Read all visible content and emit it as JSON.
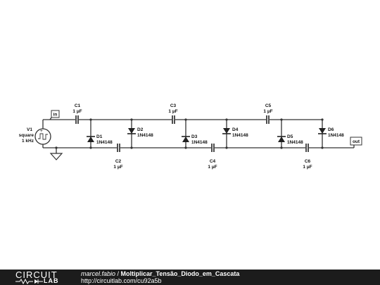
{
  "ports": {
    "in_label": "in",
    "out_label": "out"
  },
  "source": {
    "name": "V1",
    "type": "square",
    "freq": "1 kHz"
  },
  "components": [
    {
      "id": "C1",
      "value": "1 µF"
    },
    {
      "id": "D1",
      "value": "1N4148"
    },
    {
      "id": "C2",
      "value": "1 µF"
    },
    {
      "id": "D2",
      "value": "1N4148"
    },
    {
      "id": "C3",
      "value": "1 µF"
    },
    {
      "id": "D3",
      "value": "1N4148"
    },
    {
      "id": "C4",
      "value": "1 µF"
    },
    {
      "id": "D4",
      "value": "1N4148"
    },
    {
      "id": "C5",
      "value": "1 µF"
    },
    {
      "id": "D5",
      "value": "1N4148"
    },
    {
      "id": "C6",
      "value": "1 µF"
    },
    {
      "id": "D6",
      "value": "1N4148"
    }
  ],
  "footer": {
    "logo_circuit": "CIRCUIT",
    "logo_lab": "LAB",
    "author": "marcel.fabio",
    "separator": " / ",
    "title": "Moltiplicar_Tensão_Diodo_em_Cascata",
    "url": "http://circuitlab.com/cu92a5b"
  },
  "colors": {
    "footer_bg": "#1c1c1c",
    "wire": "#333333",
    "diode": "#222222"
  }
}
